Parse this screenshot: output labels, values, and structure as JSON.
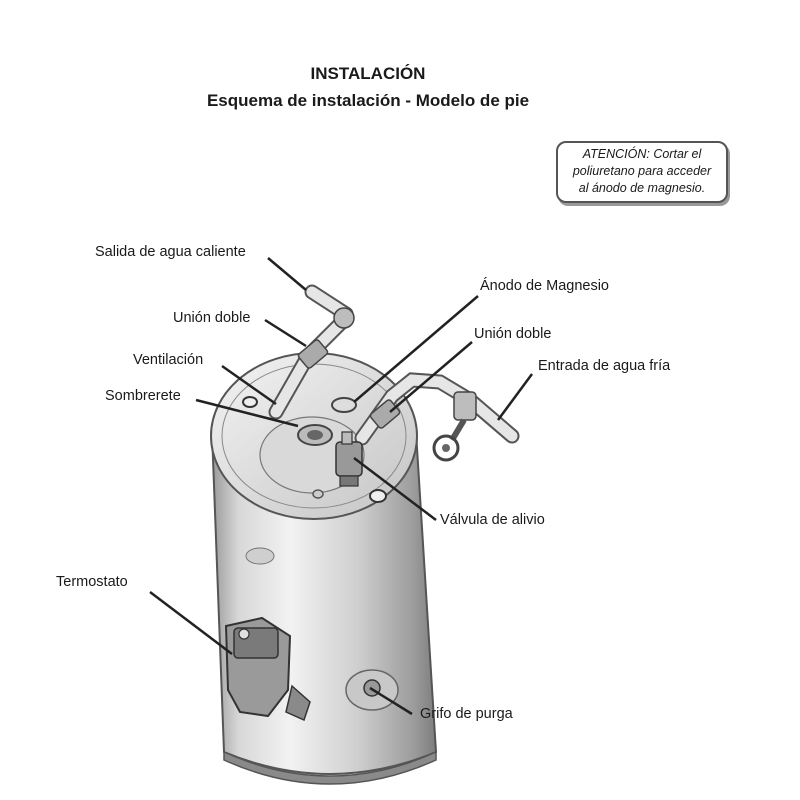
{
  "header": {
    "title": "INSTALACIÓN",
    "subtitle": "Esquema de instalación - Modelo de pie"
  },
  "note": {
    "lines": [
      "ATENCIÓN: Cortar el",
      "poliuretano para acceder",
      "al ánodo de magnesio."
    ]
  },
  "labels": {
    "hot_water_outlet": "Salida de agua caliente",
    "union_left": "Unión doble",
    "ventilation": "Ventilación",
    "cap": "Sombrerete",
    "anode": "Ánodo de Magnesio",
    "union_right": "Unión doble",
    "cold_water_inlet": "Entrada de agua fría",
    "relief_valve": "Válvula de alivio",
    "thermostat": "Termostato",
    "drain_valve": "Grifo de purga"
  }
}
